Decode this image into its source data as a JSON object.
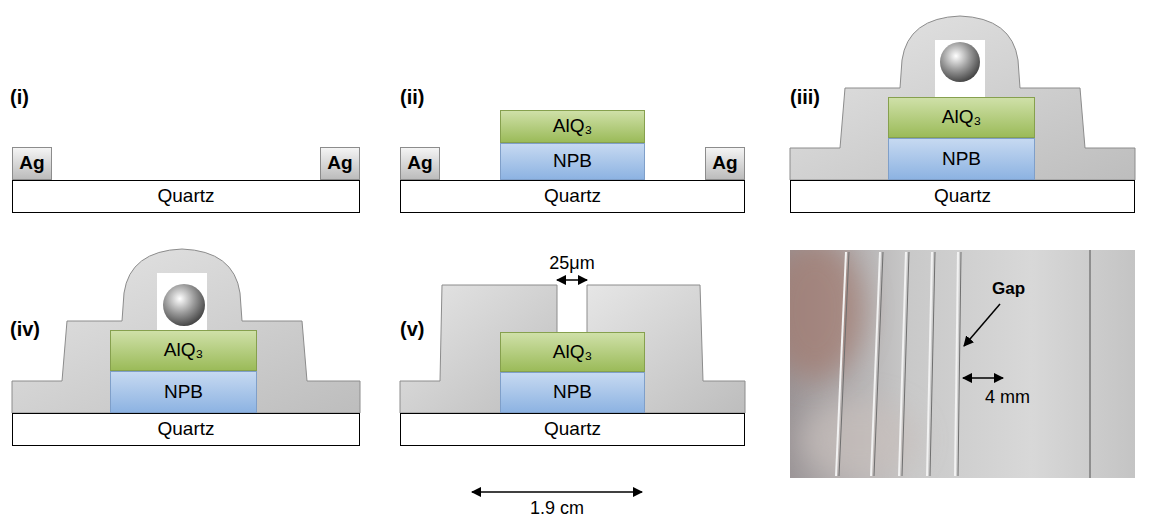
{
  "diagram": {
    "nodes": [
      {
        "text": [
          "Ag"
        ]
      },
      {
        "text": [
          "Ag"
        ]
      },
      {
        "text": [
          "Quartz"
        ]
      },
      {
        "text": [
          "AlQ₃"
        ]
      },
      {
        "text": [
          "NPB"
        ]
      },
      {
        "text": [
          "Ag"
        ]
      },
      {
        "text": [
          "Ag"
        ]
      },
      {
        "text": [
          "Quartz"
        ]
      },
      {
        "text": [
          "AlQ₃"
        ]
      },
      {
        "text": [
          "NPB"
        ]
      },
      {
        "text": [
          "Quartz"
        ]
      },
      {
        "text": [
          "AlQ₃"
        ]
      },
      {
        "text": [
          "NPB"
        ]
      },
      {
        "text": [
          "Quartz"
        ]
      },
      {
        "text": [
          "AlQ₃"
        ]
      },
      {
        "text": [
          "NPB"
        ]
      },
      {
        "text": [
          "Quartz"
        ]
      }
    ],
    "labels": [
      "(i)",
      "(ii)",
      "(iii)",
      "(iv)",
      "(v)",
      "25μm",
      "1.9 cm",
      "Gap",
      "4 mm"
    ]
  }
}
